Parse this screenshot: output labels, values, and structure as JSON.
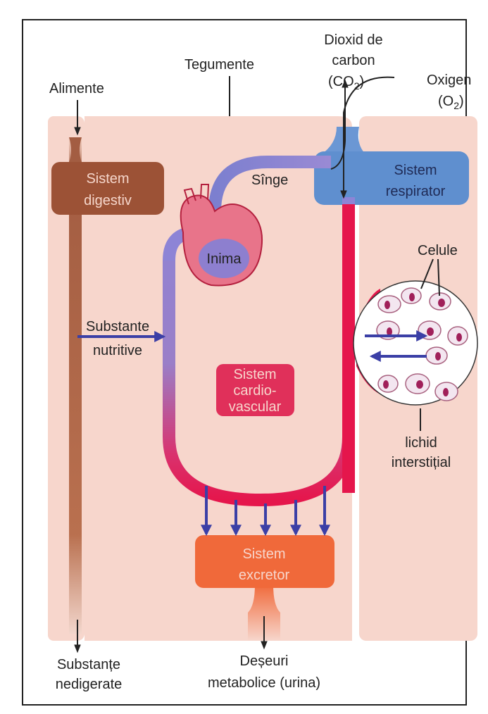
{
  "labels": {
    "alimente": "Alimente",
    "tegumente": "Tegumente",
    "dioxid_line1": "Dioxid de",
    "dioxid_line2": "carbon",
    "dioxid_formula": "(CO",
    "dioxid_sub": "2",
    "dioxid_close": ")",
    "oxigen_line1": "Oxigen",
    "oxigen_formula": "(O",
    "oxigen_sub": "2",
    "oxigen_close": ")",
    "singe": "Sînge",
    "inima": "Inima",
    "celule": "Celule",
    "substante_line1": "Substante",
    "substante_line2": "nutritive",
    "lichid_line1": "lichid",
    "lichid_line2": "interstițial",
    "nedigerate_line1": "Substanțe",
    "nedigerate_line2": "nedigerate",
    "deseuri_line1": "Deșeuri",
    "deseuri_line2": "metabolice (urina)"
  },
  "systems": {
    "digestiv": {
      "line1": "Sistem",
      "line2": "digestiv",
      "color": "#9c5236"
    },
    "respirator": {
      "line1": "Sistem",
      "line2": "respirator",
      "color": "#5f8fcf"
    },
    "cardio": {
      "line1": "Sistem",
      "line2": "cardio-",
      "line3": "vascular",
      "color": "#e0305a"
    },
    "excretor": {
      "line1": "Sistem",
      "line2": "excretor",
      "color": "#f0693a"
    }
  },
  "colors": {
    "body_fill": "#f7d6cc",
    "body_stroke": "#d9aea0",
    "blood_oxygenated": "#e6184e",
    "blood_deoxygenated": "#8a7fd0",
    "arrow_blue": "#3b3fa6"
  }
}
